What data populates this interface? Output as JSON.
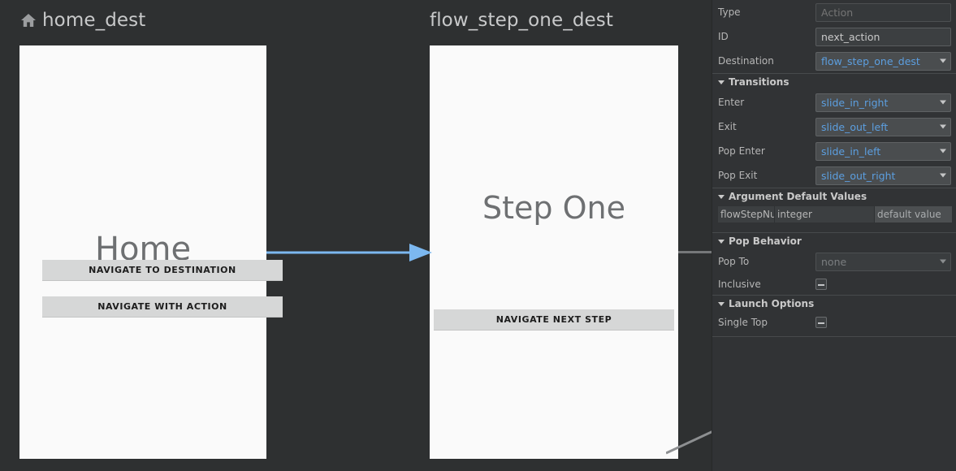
{
  "canvas": {
    "destinations": [
      {
        "title": "home_dest",
        "icon": "home-icon",
        "has_icon": true,
        "screen_label": "Home",
        "buttons": [
          "NAVIGATE TO DESTINATION",
          "NAVIGATE WITH ACTION"
        ]
      },
      {
        "title": "flow_step_one_dest",
        "icon": "",
        "has_icon": false,
        "screen_label": "Step One",
        "buttons": [
          "NAVIGATE NEXT STEP"
        ]
      }
    ],
    "connections": {
      "action_arrow_color": "#7cb8f0",
      "stub_color": "#76787a",
      "diagonal_color": "#8d8f91"
    },
    "background_color": "#2e3031",
    "card_color": "#fafafa"
  },
  "inspector": {
    "type": {
      "label": "Type",
      "value": "",
      "placeholder": "Action",
      "disabled": true
    },
    "id": {
      "label": "ID",
      "value": "next_action",
      "placeholder": ""
    },
    "destination": {
      "label": "Destination",
      "value": "flow_step_one_dest"
    },
    "transitions": {
      "header": "Transitions",
      "rows": [
        {
          "label": "Enter",
          "value": "slide_in_right"
        },
        {
          "label": "Exit",
          "value": "slide_out_left"
        },
        {
          "label": "Pop Enter",
          "value": "slide_in_left"
        },
        {
          "label": "Pop Exit",
          "value": "slide_out_right"
        }
      ]
    },
    "arguments": {
      "header": "Argument Default Values",
      "rows": [
        {
          "name": "flowStepNumbe",
          "type": "integer",
          "default": "default value"
        }
      ]
    },
    "pop_behavior": {
      "header": "Pop Behavior",
      "pop_to": {
        "label": "Pop To",
        "value": "none",
        "disabled": true
      },
      "inclusive": {
        "label": "Inclusive",
        "state": "indeterminate"
      }
    },
    "launch_options": {
      "header": "Launch Options",
      "single_top": {
        "label": "Single Top",
        "state": "indeterminate"
      }
    },
    "accent_color": "#5c9fe0",
    "background_color": "#313335"
  }
}
